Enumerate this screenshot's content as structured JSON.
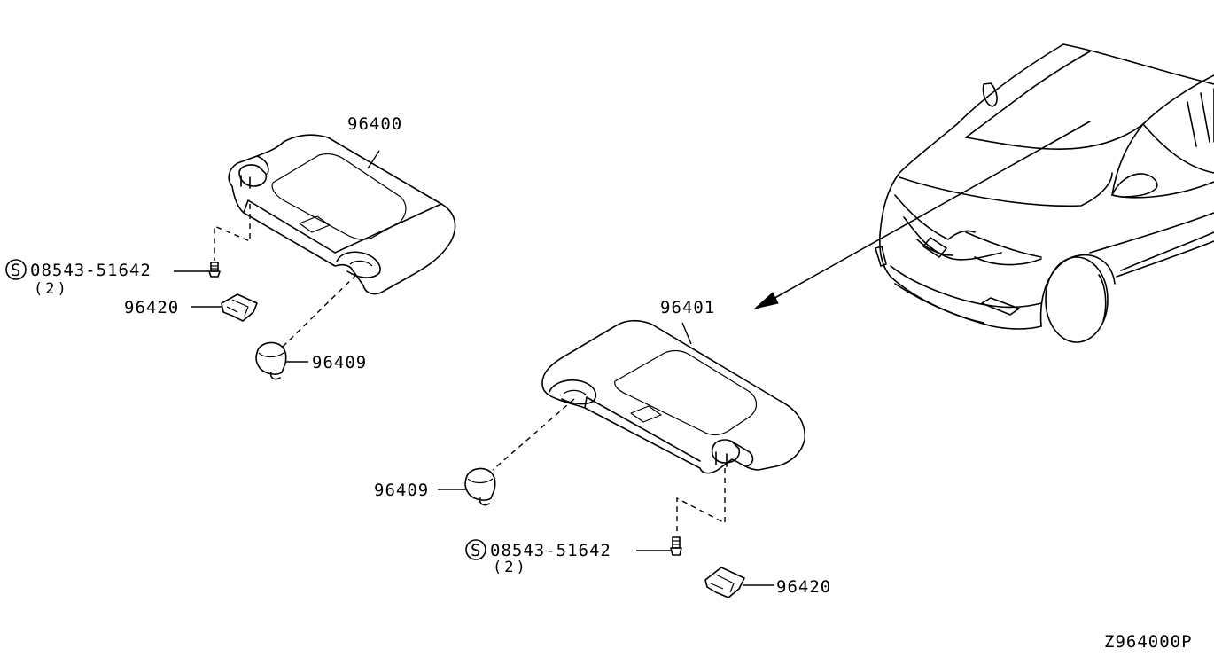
{
  "diagram_code": "Z964000P",
  "left_group": {
    "visor_part": "96400",
    "screw_part": "08543-51642",
    "screw_symbol": "S",
    "screw_qty": "(2)",
    "holder_part": "96420",
    "clip_part": "96409"
  },
  "right_group": {
    "visor_part": "96401",
    "screw_part": "08543-51642",
    "screw_symbol": "S",
    "screw_qty": "(2)",
    "holder_part": "96420",
    "clip_part": "96409"
  },
  "icons": {
    "vehicle": "vehicle-front-quarter-icon",
    "visor": "sun-visor-icon",
    "screw": "screw-icon",
    "clip": "visor-clip-icon",
    "holder": "visor-holder-icon"
  }
}
